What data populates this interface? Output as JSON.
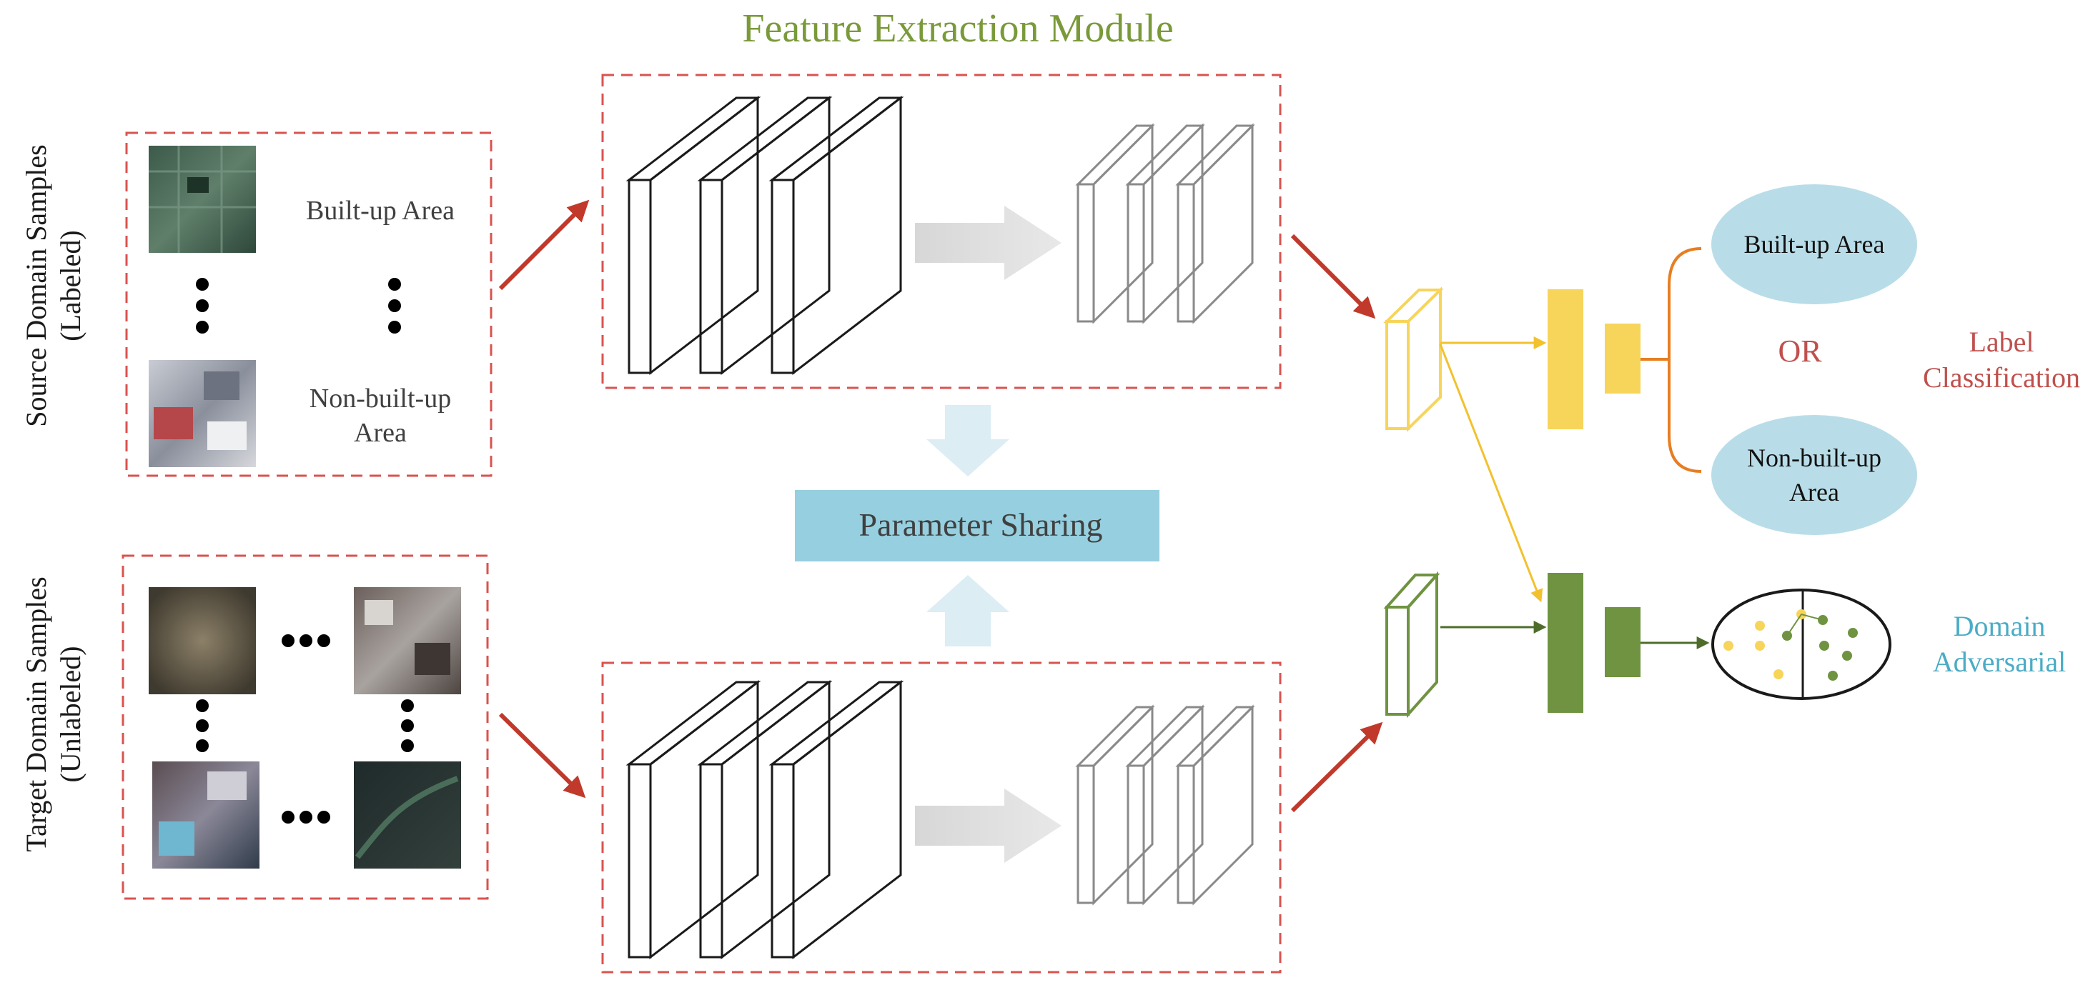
{
  "title": "Feature Extraction Module",
  "source": {
    "side_label_line1": "Source Domain Samples",
    "side_label_line2": "(Labeled)",
    "class_top": "Built-up Area",
    "class_bottom_line1": "Non-built-up",
    "class_bottom_line2": "Area"
  },
  "target": {
    "side_label_line1": "Target Domain Samples",
    "side_label_line2": "(Unlabeled)"
  },
  "parameter_sharing": "Parameter Sharing",
  "outputs": {
    "ellipse_top": "Built-up Area",
    "or_label": "OR",
    "ellipse_bottom_line1": "Non-built-up",
    "ellipse_bottom_line2": "Area",
    "label_classification_line1": "Label",
    "label_classification_line2": "Classification",
    "domain_adversarial_line1": "Domain",
    "domain_adversarial_line2": "Adversarial"
  },
  "colors": {
    "dashed_border": "#d9534f",
    "flow_arrow": "#c0392b",
    "title": "#7a9a3a",
    "yellow": "#f7d55a",
    "green": "#6f9340",
    "light_blue_box": "#96cfdf",
    "ellipse_fill": "#b9dde8",
    "or_text": "#c0504d",
    "label_classification_text": "#c0504d",
    "domain_adversarial_text": "#4bacc6",
    "bracket": "#e67e22"
  }
}
